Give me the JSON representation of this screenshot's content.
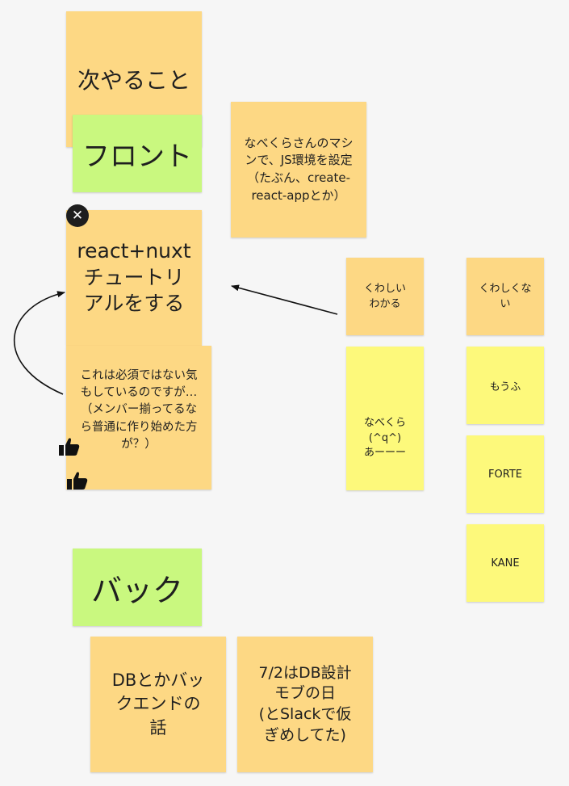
{
  "notes": {
    "next_todo": "次やること",
    "front": "フロント",
    "js_env": "なべくらさんのマシンで、JS環境を設定（たぶん、create-react-appとか）",
    "tutorial": "react+nuxt\nチュートリ\nアルをする",
    "comment": "これは必須ではない気もしているのですが…（メンバー揃ってるなら普通に作り始めた方が？）",
    "detailed_know": "くわしい\nわかる",
    "not_detailed": "くわしくな\nい",
    "nabekura": "なべくら\n(^q^)\nあーーー",
    "moufu": "もうふ",
    "forte": "FORTE",
    "kane": "KANE",
    "back": "バック",
    "db_backend": "DBとかバッ\nクエンドの\n話",
    "db_design": "7/2はDB設計\nモブの日\n(とSlackで仮\nぎめしてた)"
  },
  "icons": {
    "close": "close-icon",
    "like": "thumbs-up-icon"
  },
  "colors": {
    "orange_note": "#fdd884",
    "yellow_note": "#fdf97b",
    "green_note": "#c9f87f",
    "background": "#f6f6f6"
  }
}
